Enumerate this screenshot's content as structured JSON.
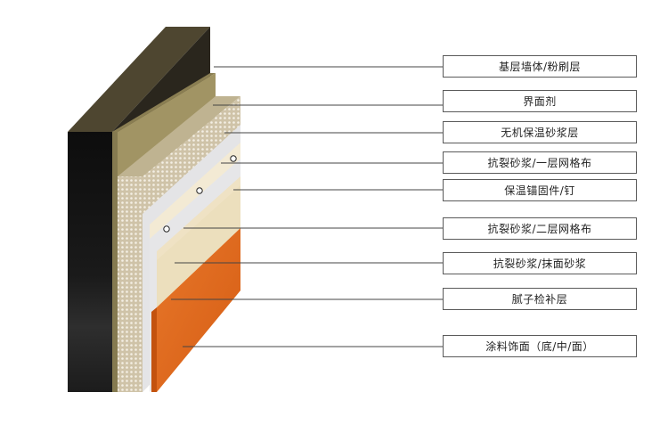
{
  "labels": [
    {
      "id": "base-wall",
      "text": "基层墙体/粉刷层"
    },
    {
      "id": "interface-agent",
      "text": "界面剂"
    },
    {
      "id": "insulation-mortar",
      "text": "无机保温砂浆层"
    },
    {
      "id": "crack-mortar-mesh-1",
      "text": "抗裂砂浆/一层网格布"
    },
    {
      "id": "anchor-nail",
      "text": "保温锚固件/钉"
    },
    {
      "id": "crack-mortar-mesh-2",
      "text": "抗裂砂浆/二层网格布"
    },
    {
      "id": "crack-mortar-finish",
      "text": "抗裂砂浆/抹面砂浆"
    },
    {
      "id": "putty-layer",
      "text": "腻子检补层"
    },
    {
      "id": "paint-finish",
      "text": "涂料饰面（底/中/面）"
    }
  ],
  "colors": {
    "wall_front": "#151515",
    "wall_top": "#4e4630",
    "wall_side": "#2c2820",
    "interface": "#a19464",
    "interface_dark": "#857a50",
    "insulation": "#d8ccb4",
    "insulation_dot": "#ffffff",
    "mesh": "#e8e8ea",
    "mortar": "#f0e3c6",
    "putty": "#ece0bf",
    "paint": "#e06a1e",
    "leader": "#444444"
  }
}
